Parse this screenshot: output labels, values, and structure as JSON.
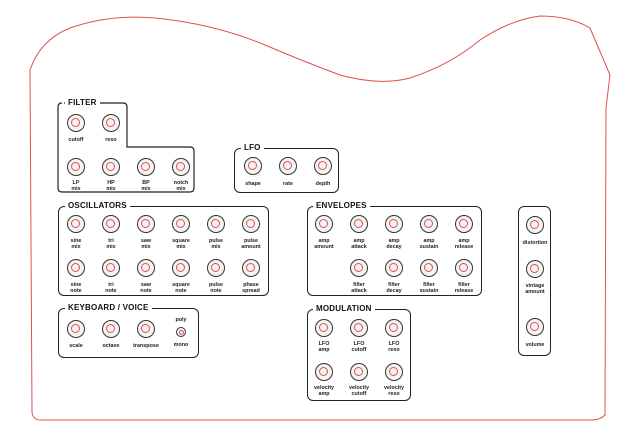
{
  "app": {
    "outline_color": "#e05050"
  },
  "filter": {
    "title": "FILTER",
    "knobs": [
      {
        "label": "cutoff"
      },
      {
        "label": "reso"
      },
      {
        "label": "LP\nmix"
      },
      {
        "label": "HP\nmix"
      },
      {
        "label": "BP\nmix"
      },
      {
        "label": "notch\nmix"
      }
    ]
  },
  "lfo": {
    "title": "LFO",
    "knobs": [
      {
        "label": "shape"
      },
      {
        "label": "rate"
      },
      {
        "label": "depth"
      }
    ]
  },
  "oscillators": {
    "title": "OSCILLATORS",
    "knobs": [
      {
        "label": "sine\nmix"
      },
      {
        "label": "tri\nmix"
      },
      {
        "label": "saw\nmix"
      },
      {
        "label": "square\nmix"
      },
      {
        "label": "pulse\nmix"
      },
      {
        "label": "pulse\namount"
      },
      {
        "label": "sine\nnote"
      },
      {
        "label": "tri\nnote"
      },
      {
        "label": "saw\nnote"
      },
      {
        "label": "square\nnote"
      },
      {
        "label": "pulse\nnote"
      },
      {
        "label": "phase\nspread"
      }
    ]
  },
  "envelopes": {
    "title": "ENVELOPES",
    "knobs": [
      {
        "label": "amp\namount"
      },
      {
        "label": "amp\nattack"
      },
      {
        "label": "amp\ndecay"
      },
      {
        "label": "amp\nsustain"
      },
      {
        "label": "amp\nrelease"
      },
      {
        "label": "filter\nattack"
      },
      {
        "label": "filter\ndecay"
      },
      {
        "label": "filter\nsustain"
      },
      {
        "label": "filter\nrelease"
      }
    ]
  },
  "keyboard": {
    "title": "KEYBOARD / VOICE",
    "knobs": [
      {
        "label": "scale"
      },
      {
        "label": "octave"
      },
      {
        "label": "transpose"
      }
    ],
    "toggle": {
      "top_label": "poly",
      "bottom_label": "mono"
    }
  },
  "modulation": {
    "title": "MODULATION",
    "knobs": [
      {
        "label": "LFO\namp"
      },
      {
        "label": "LFO\ncutoff"
      },
      {
        "label": "LFO\nreso"
      },
      {
        "label": "velocity\namp"
      },
      {
        "label": "velocity\ncutoff"
      },
      {
        "label": "velocity\nreso"
      }
    ]
  },
  "master": {
    "knobs": [
      {
        "label": "distortion"
      },
      {
        "label": "vintage\namount"
      },
      {
        "label": "volume"
      }
    ]
  }
}
